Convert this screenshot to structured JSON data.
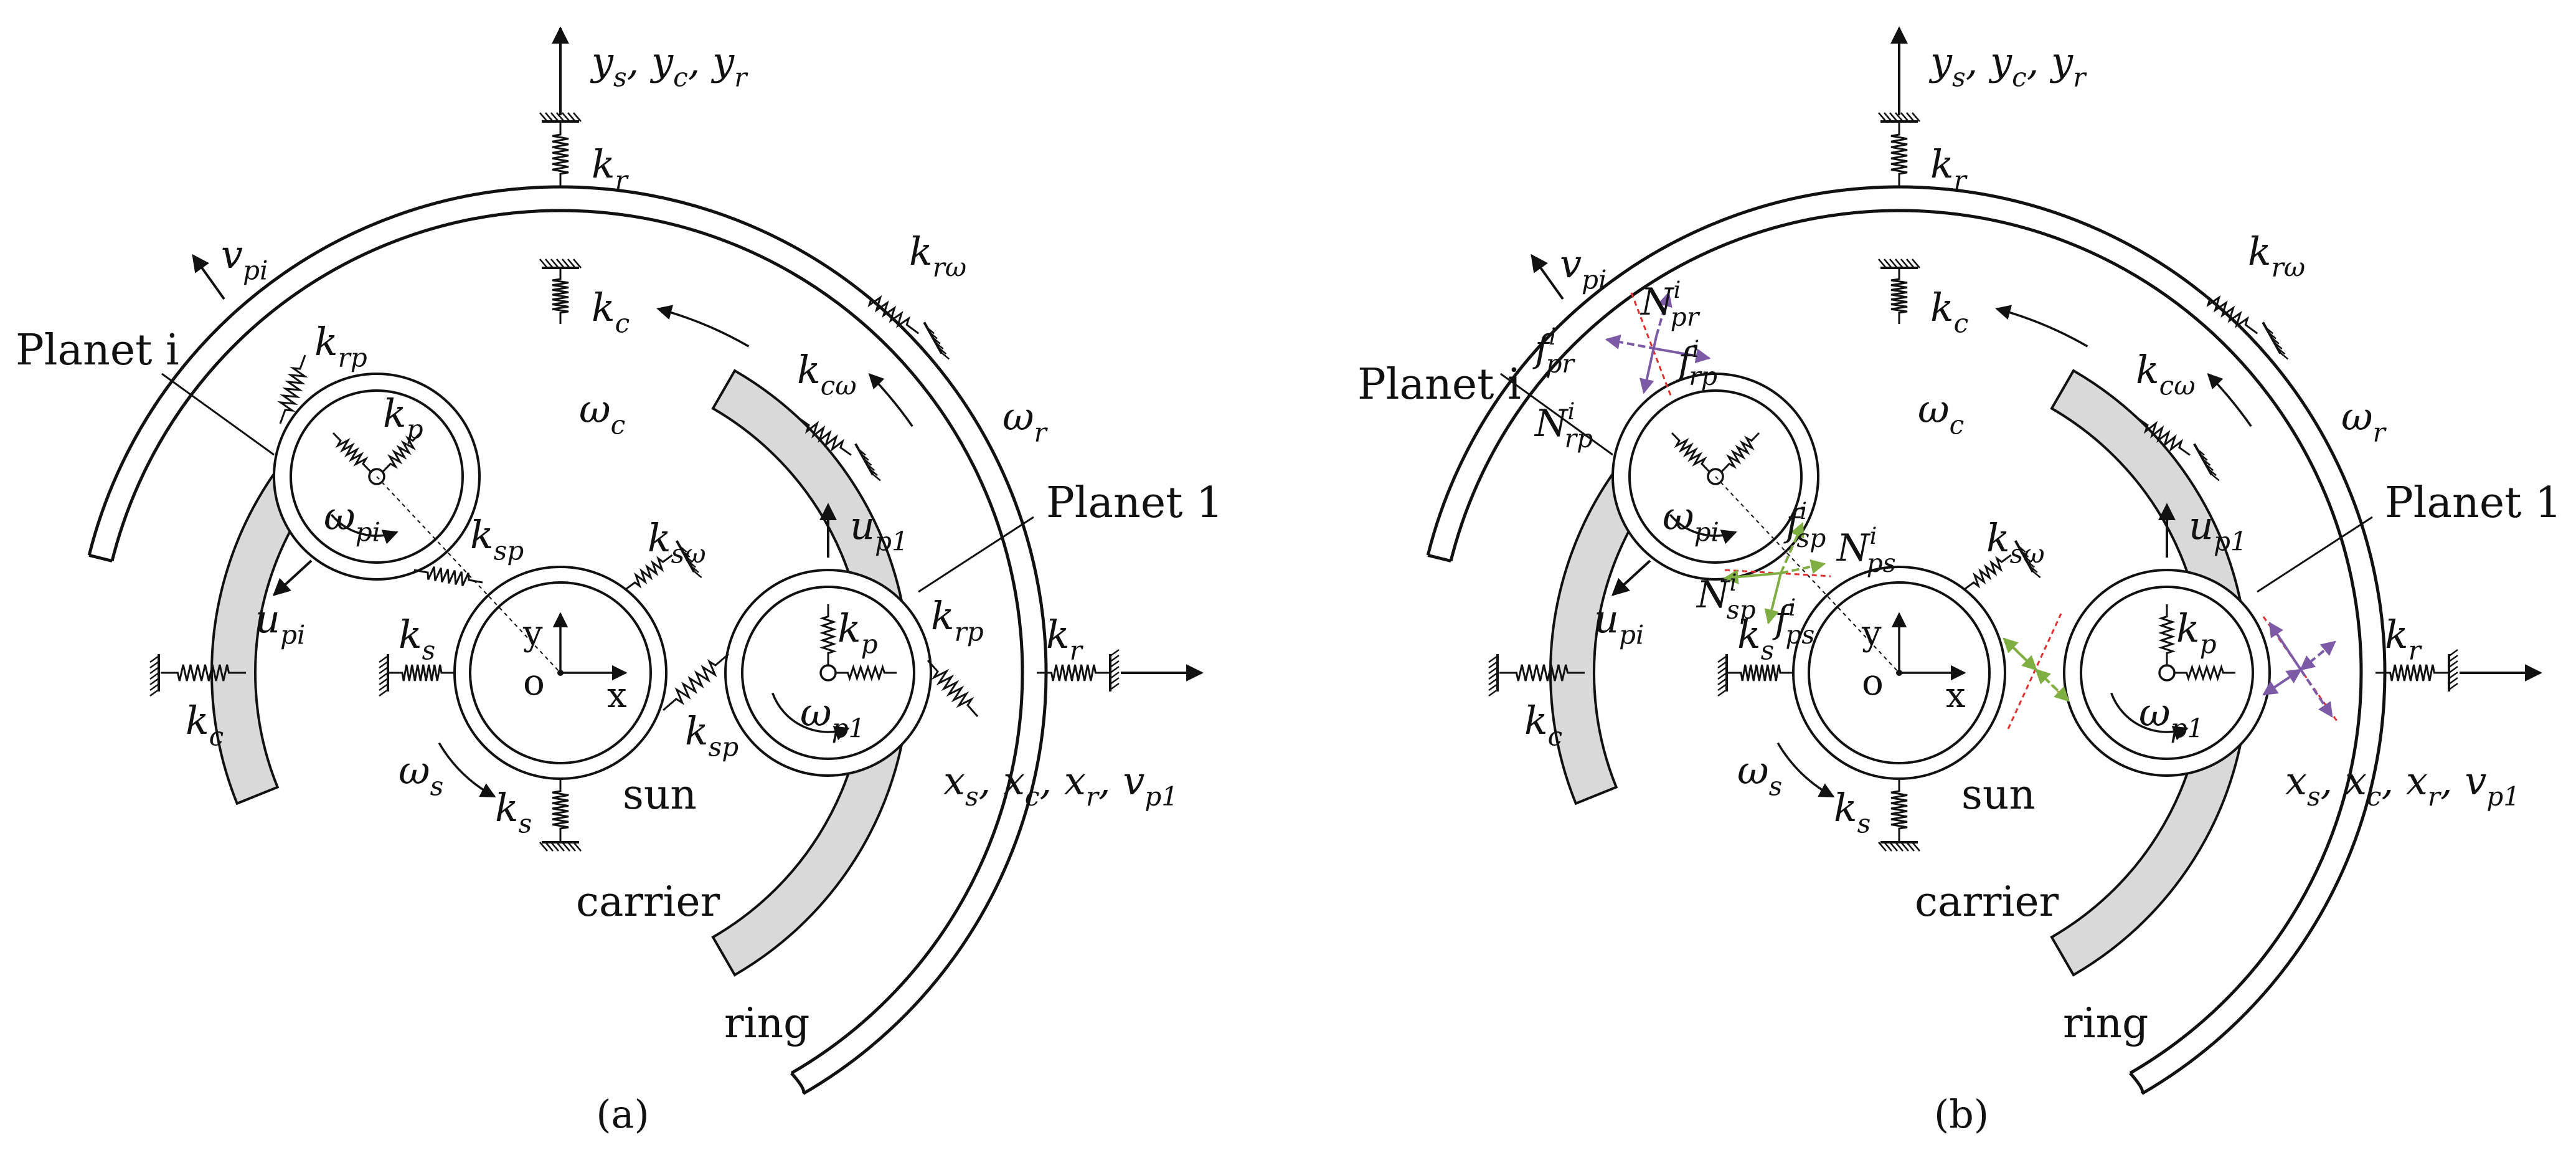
{
  "panel_a": {
    "axis_y_label": "y",
    "axis_y_subs": [
      "s",
      "c",
      "r"
    ],
    "axis_x_label": "x",
    "axis_x_subs": [
      "s",
      "c",
      "r"
    ],
    "axis_v_label": "v",
    "axis_v_sub": "p1",
    "planet_i_label": "Planet i",
    "planet_1_label": "Planet 1",
    "sun_label": "sun",
    "carrier_label": "carrier",
    "ring_label": "ring",
    "origin_label": "o",
    "local_x_label": "x",
    "local_y_label": "y",
    "caption": "(a)",
    "symbols": {
      "k_r_top": {
        "base": "k",
        "sub": "r"
      },
      "k_c_top": {
        "base": "k",
        "sub": "c"
      },
      "k_rw": {
        "base": "k",
        "sub": "rω"
      },
      "k_cw": {
        "base": "k",
        "sub": "cω"
      },
      "k_rp_left": {
        "base": "k",
        "sub": "rp"
      },
      "k_p_left": {
        "base": "k",
        "sub": "p"
      },
      "w_pi": {
        "base": "ω",
        "sub": "pi"
      },
      "k_sp_top": {
        "base": "k",
        "sub": "sp"
      },
      "k_sw": {
        "base": "k",
        "sub": "sω"
      },
      "u_p1": {
        "base": "u",
        "sub": "p1"
      },
      "u_pi": {
        "base": "u",
        "sub": "pi"
      },
      "v_pi": {
        "base": "v",
        "sub": "pi"
      },
      "k_s_left": {
        "base": "k",
        "sub": "s"
      },
      "k_s_bottom": {
        "base": "k",
        "sub": "s"
      },
      "k_c_left": {
        "base": "k",
        "sub": "c"
      },
      "w_s": {
        "base": "ω",
        "sub": "s"
      },
      "w_c": {
        "base": "ω",
        "sub": "c"
      },
      "w_r": {
        "base": "ω",
        "sub": "r"
      },
      "k_sp_bottom": {
        "base": "k",
        "sub": "sp"
      },
      "k_p_right": {
        "base": "k",
        "sub": "p"
      },
      "w_p1": {
        "base": "ω",
        "sub": "p1"
      },
      "k_rp_right": {
        "base": "k",
        "sub": "rp"
      },
      "k_r_right": {
        "base": "k",
        "sub": "r"
      }
    }
  },
  "panel_b": {
    "axis_y_label": "y",
    "axis_y_subs": [
      "s",
      "c",
      "r"
    ],
    "axis_x_label": "x",
    "axis_x_subs": [
      "s",
      "c",
      "r"
    ],
    "axis_v_label": "v",
    "axis_v_sub": "p1",
    "planet_i_label": "Planet i",
    "planet_1_label": "Planet 1",
    "sun_label": "sun",
    "carrier_label": "carrier",
    "ring_label": "ring",
    "origin_label": "o",
    "local_x_label": "x",
    "local_y_label": "y",
    "caption": "(b)",
    "symbols": {
      "k_r_top": {
        "base": "k",
        "sub": "r"
      },
      "k_c_top": {
        "base": "k",
        "sub": "c"
      },
      "k_rw": {
        "base": "k",
        "sub": "rω"
      },
      "k_cw": {
        "base": "k",
        "sub": "cω"
      },
      "v_pi": {
        "base": "v",
        "sub": "pi"
      },
      "w_pi": {
        "base": "ω",
        "sub": "pi"
      },
      "k_sw": {
        "base": "k",
        "sub": "sω"
      },
      "u_p1": {
        "base": "u",
        "sub": "p1"
      },
      "u_pi": {
        "base": "u",
        "sub": "pi"
      },
      "k_s_left": {
        "base": "k",
        "sub": "s"
      },
      "k_s_bottom": {
        "base": "k",
        "sub": "s"
      },
      "k_c_left": {
        "base": "k",
        "sub": "c"
      },
      "w_s": {
        "base": "ω",
        "sub": "s"
      },
      "w_c": {
        "base": "ω",
        "sub": "c"
      },
      "w_r": {
        "base": "ω",
        "sub": "r"
      },
      "k_p_right": {
        "base": "k",
        "sub": "p"
      },
      "w_p1": {
        "base": "ω",
        "sub": "p1"
      },
      "k_r_right": {
        "base": "k",
        "sub": "r"
      }
    },
    "force_labels": {
      "N_pr": {
        "base": "N",
        "sub": "pr",
        "sup": "i"
      },
      "f_pr": {
        "base": "f",
        "sub": "pr",
        "sup": "i"
      },
      "f_rp": {
        "base": "f",
        "sub": "rp",
        "sup": "i"
      },
      "N_rp": {
        "base": "N",
        "sub": "rp",
        "sup": "i"
      },
      "f_sp": {
        "base": "f",
        "sub": "sp",
        "sup": "i"
      },
      "N_ps": {
        "base": "N",
        "sub": "ps",
        "sup": "i"
      },
      "N_sp": {
        "base": "N",
        "sub": "sp",
        "sup": "i"
      },
      "f_ps": {
        "base": "f",
        "sub": "ps",
        "sup": "i"
      }
    }
  },
  "colors": {
    "ink": "#111111",
    "carrier_fill": "#d9d9d9",
    "force_purple": "#7c5aa6",
    "force_green": "#7fae42",
    "contact_line_red": "#e03030",
    "contact_line_olive": "#b0a030"
  }
}
